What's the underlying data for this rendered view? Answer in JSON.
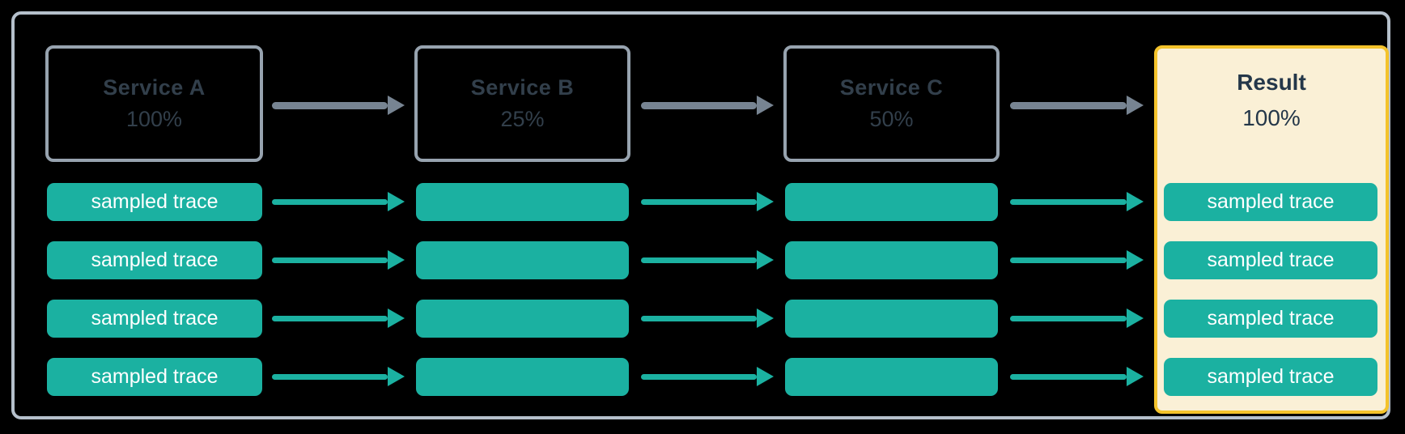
{
  "diagram": {
    "nodes": [
      {
        "id": "service-a",
        "label": "Service A",
        "rate": "100%"
      },
      {
        "id": "service-b",
        "label": "Service B",
        "rate": "25%"
      },
      {
        "id": "service-c",
        "label": "Service C",
        "rate": "50%"
      },
      {
        "id": "result",
        "label": "Result",
        "rate": "100%"
      }
    ],
    "trace_label": "sampled trace",
    "trace_rows": 4,
    "trace_labels_visible_in": [
      "service-a",
      "result"
    ],
    "flow": [
      "service-a",
      "service-b",
      "service-c",
      "result"
    ]
  },
  "colors": {
    "background": "#000000",
    "frame_border": "#B5C0CB",
    "service_box_border": "#97A3AF",
    "service_text": "#323F4B",
    "trace_fill": "#1BB1A1",
    "trace_text": "#FFFFFF",
    "service_arrow": "#778492",
    "trace_arrow": "#1BB1A1",
    "result_border": "#F4C32B",
    "result_fill": "#FAF0D6",
    "result_text": "#243749"
  }
}
